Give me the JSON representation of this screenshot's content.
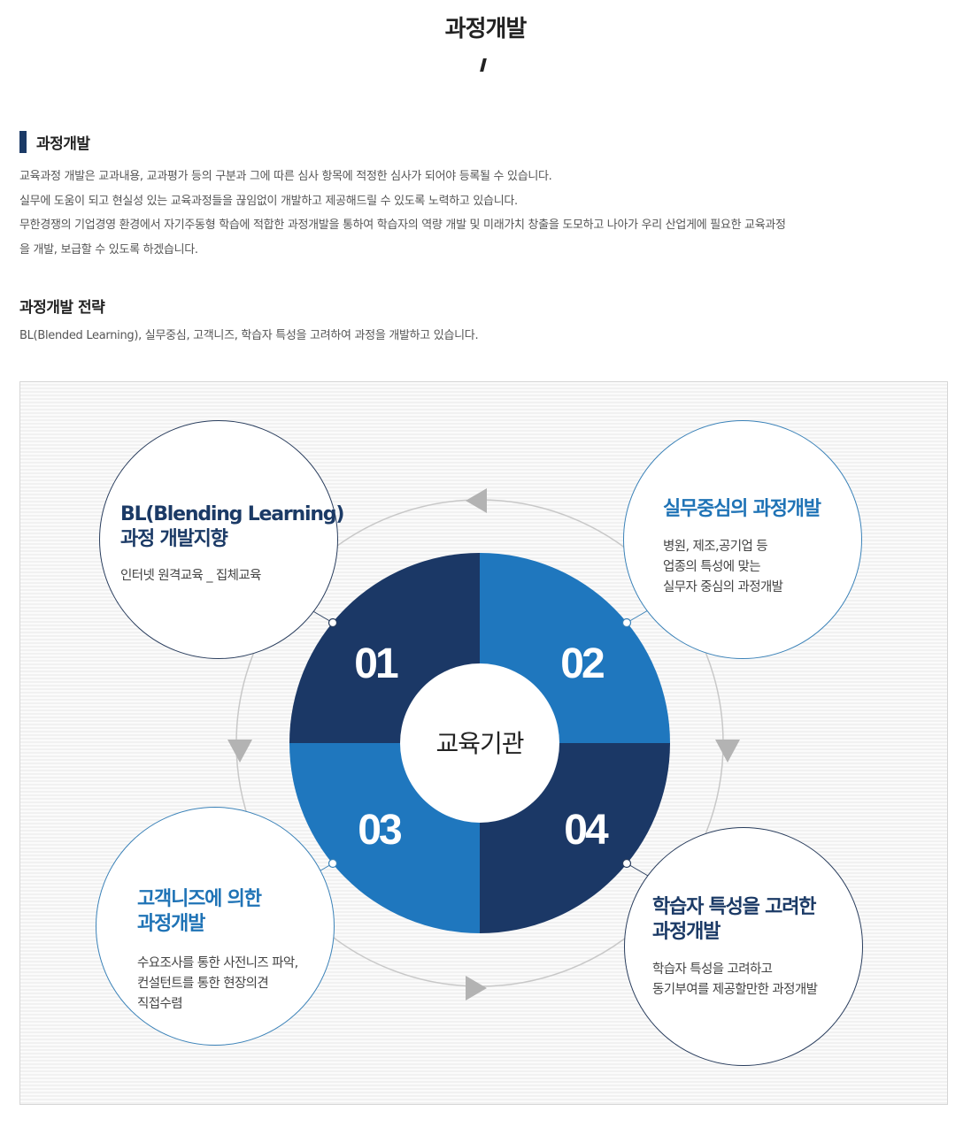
{
  "page": {
    "title": "과정개발"
  },
  "section": {
    "title": "과정개발",
    "paragraphs": [
      "교육과정 개발은 교과내용, 교과평가 등의 구분과 그에 따른 심사 항목에 적정한 심사가 되어야 등록될 수 있습니다.",
      "실무에 도움이 되고 현실성 있는 교육과정들을 끊임없이 개발하고 제공해드릴 수 있도록 노력하고 있습니다.",
      "무한경쟁의 기업경영 환경에서 자기주동형 학습에 적합한 과정개발을 통하여 학습자의 역량 개발 및 미래가치 창출을 도모하고 나아가 우리 산업게에 필요한 교육과정",
      "을 개발, 보급할 수 있도록 하겠습니다."
    ]
  },
  "strategy": {
    "title": "과정개발 전략",
    "description": "BL(Blended Learning), 실무중심, 고객니즈, 학습자 특성을 고려하여 과정을 개발하고 있습니다."
  },
  "diagram": {
    "center_label": "교육기관",
    "quadrants": [
      {
        "number": "01",
        "color": "#1b3866"
      },
      {
        "number": "02",
        "color": "#1f77be"
      },
      {
        "number": "03",
        "color": "#1f77be"
      },
      {
        "number": "04",
        "color": "#1b3866"
      }
    ],
    "bubbles": [
      {
        "title_lines": [
          "BL(Blending Learning)",
          "과정 개발지향"
        ],
        "desc_lines": [
          "인터넷 원격교육 _ 집체교육"
        ]
      },
      {
        "title_lines": [
          "실무중심의 과정개발"
        ],
        "desc_lines": [
          "병원, 제조,공기업 등",
          "업종의 특성에 맞는",
          "실무자 중심의 과정개발"
        ]
      },
      {
        "title_lines": [
          "고객니즈에 의한",
          "과정개발"
        ],
        "desc_lines": [
          "수요조사를 통한 사전니즈 파악,",
          "컨설턴트를 통한 현장의견",
          "직접수렴"
        ]
      },
      {
        "title_lines": [
          "학습자 특성을 고려한",
          "과정개발"
        ],
        "desc_lines": [
          "학습자 특성을 고려하고",
          "동기부여를 제공할만한 과정개발"
        ]
      }
    ],
    "colors": {
      "dark_navy": "#1b3866",
      "blue": "#1f77be",
      "ring": "#c8c8c8",
      "arrow": "#b0b0b0"
    }
  }
}
